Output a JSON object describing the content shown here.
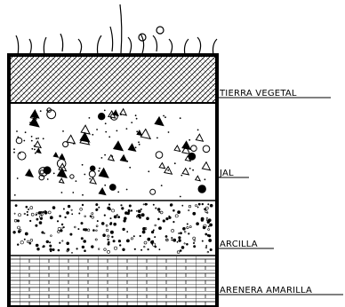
{
  "diagram": {
    "layers": [
      {
        "key": "topsoil",
        "label": "TIERRA VEGETAL"
      },
      {
        "key": "jal",
        "label": "JAL"
      },
      {
        "key": "clay",
        "label": "ARCILLA"
      },
      {
        "key": "sand",
        "label": "ARENERA AMARILLA"
      }
    ],
    "colors": {
      "ink": "#000000",
      "background": "#ffffff"
    }
  }
}
